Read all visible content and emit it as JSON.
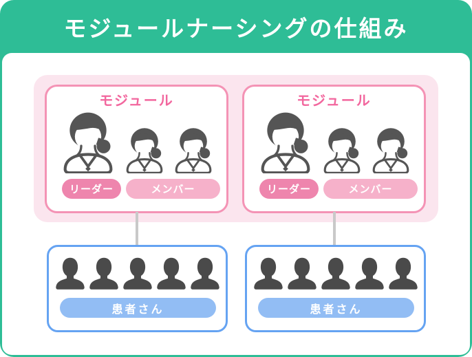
{
  "header": {
    "title": "モジュールナーシングの仕組み"
  },
  "colors": {
    "green_background": "#2EBD96",
    "pink_border": "#F493B5",
    "pink_container_bg": "#FBE5EE",
    "pink_title_text": "#F2679E",
    "leader_badge_bg": "#EE85AD",
    "member_badge_bg": "#F6B1CA",
    "blue_border": "#65A3F2",
    "patients_badge_bg": "#92BDF4",
    "silhouette_gray": "#4A4A4A",
    "nurse_icon_gray": "#555555",
    "connector_gray": "#C9C9C9",
    "white": "#FFFFFF"
  },
  "icons": {
    "nurse": "nurse-icon",
    "patient": "patient-silhouette-icon"
  },
  "modules": [
    {
      "title": "モジュール",
      "leader_label": "リーダー",
      "member_label": "メンバー",
      "leader_count": 1,
      "member_count": 2
    },
    {
      "title": "モジュール",
      "leader_label": "リーダー",
      "member_label": "メンバー",
      "leader_count": 1,
      "member_count": 2
    }
  ],
  "patient_groups": [
    {
      "label": "患者さん",
      "patient_count": 5
    },
    {
      "label": "患者さん",
      "patient_count": 5
    }
  ]
}
